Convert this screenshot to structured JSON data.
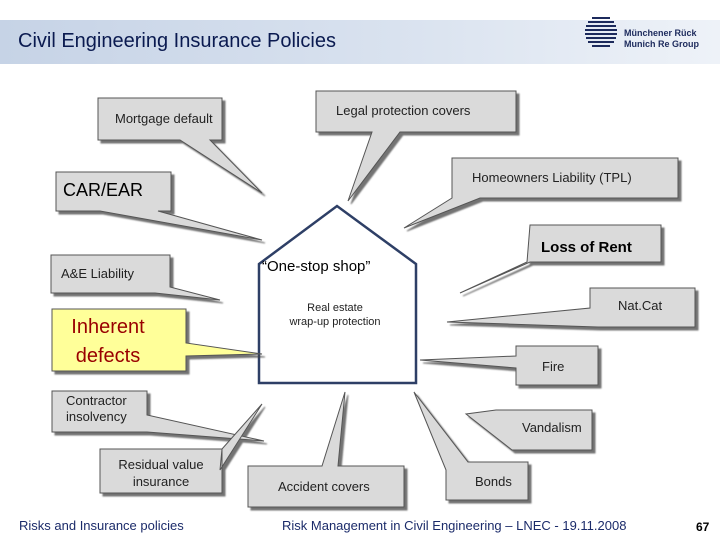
{
  "header": {
    "title": "Civil Engineering Insurance Policies",
    "logo_line1": "Münchener Rück",
    "logo_line2": "Munich Re Group"
  },
  "center": {
    "one_stop": "“One-stop shop”",
    "real_estate": "Real estate\nwrap-up protection"
  },
  "bubbles": {
    "mortgage_default": "Mortgage default",
    "legal_protection": "Legal protection covers",
    "car_ear": "CAR/EAR",
    "homeowners_liability": "Homeowners Liability (TPL)",
    "loss_of_rent": "Loss of Rent",
    "ae_liability": "A&E Liability",
    "natcat": "Nat.Cat",
    "inherent_defects": "Inherent\ndefects",
    "fire": "Fire",
    "contractor_insolvency": "Contractor\ninsolvency",
    "vandalism": "Vandalism",
    "residual_value": "Residual value\ninsurance",
    "accident_covers": "Accident covers",
    "bonds": "Bonds"
  },
  "footer": {
    "left": "Risks and Insurance policies",
    "center": "Risk Management in Civil Engineering  –  LNEC - 19.11.2008",
    "page": "67"
  },
  "colors": {
    "header_bg": "#c6d3e6",
    "bubble_fill": "#dadada",
    "highlight_fill": "#ffff99",
    "title_text": "#0a1a50"
  }
}
